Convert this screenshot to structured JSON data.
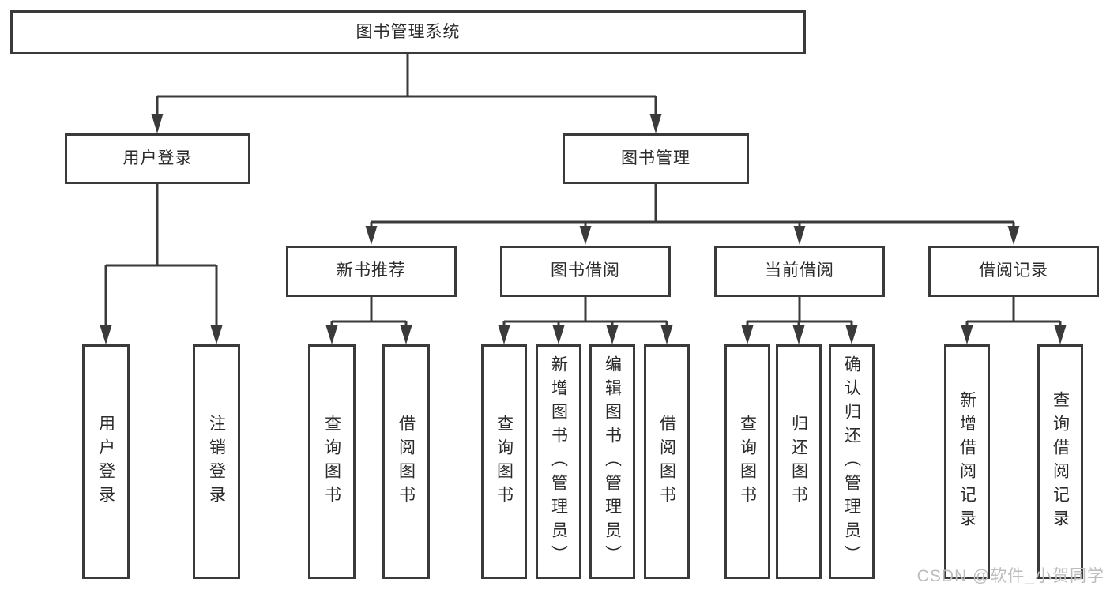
{
  "diagram": {
    "root": {
      "label": "图书管理系统"
    },
    "branches": [
      {
        "label": "用户登录",
        "children": [
          {
            "label": "用户登录"
          },
          {
            "label": "注销登录"
          }
        ]
      },
      {
        "label": "图书管理",
        "children": [
          {
            "label": "新书推荐",
            "children": [
              {
                "label": "查询图书"
              },
              {
                "label": "借阅图书"
              }
            ]
          },
          {
            "label": "图书借阅",
            "children": [
              {
                "label": "查询图书"
              },
              {
                "label": "新增图书（管理员）"
              },
              {
                "label": "编辑图书（管理员）"
              },
              {
                "label": "借阅图书"
              }
            ]
          },
          {
            "label": "当前借阅",
            "children": [
              {
                "label": "查询图书"
              },
              {
                "label": "归还图书"
              },
              {
                "label": "确认归还（管理员）"
              }
            ]
          },
          {
            "label": "借阅记录",
            "children": [
              {
                "label": "新增借阅记录"
              },
              {
                "label": "查询借阅记录"
              }
            ]
          }
        ]
      }
    ]
  },
  "watermark": {
    "text": "CSDN @软件_小贺同学"
  },
  "colors": {
    "line": "#3a3a3a",
    "text": "#2b2b2b",
    "box_background": "#ffffff",
    "page_background": "#ffffff",
    "watermark": "#bdbdbd"
  }
}
